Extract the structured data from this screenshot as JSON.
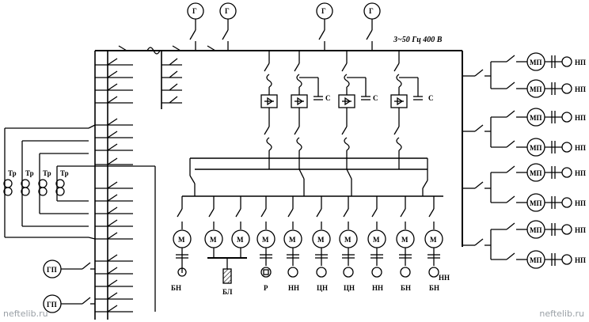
{
  "diagram": {
    "bus_label": "3~50 Гц  400 В",
    "generator_label": "Г",
    "motor_label": "М",
    "transformer_label": "Тр",
    "diesel_generator_label": "ГП",
    "capacitor_label": "С",
    "pump_motor_label": "МП",
    "pump_label": "НП",
    "loads": [
      "БН",
      "БЛ",
      "Р",
      "НН",
      "ЦН",
      "ЦН",
      "НН",
      "БН",
      "БН",
      "НН"
    ]
  },
  "watermark": {
    "left": "neftelib.ru",
    "right": "neftelib.ru"
  }
}
